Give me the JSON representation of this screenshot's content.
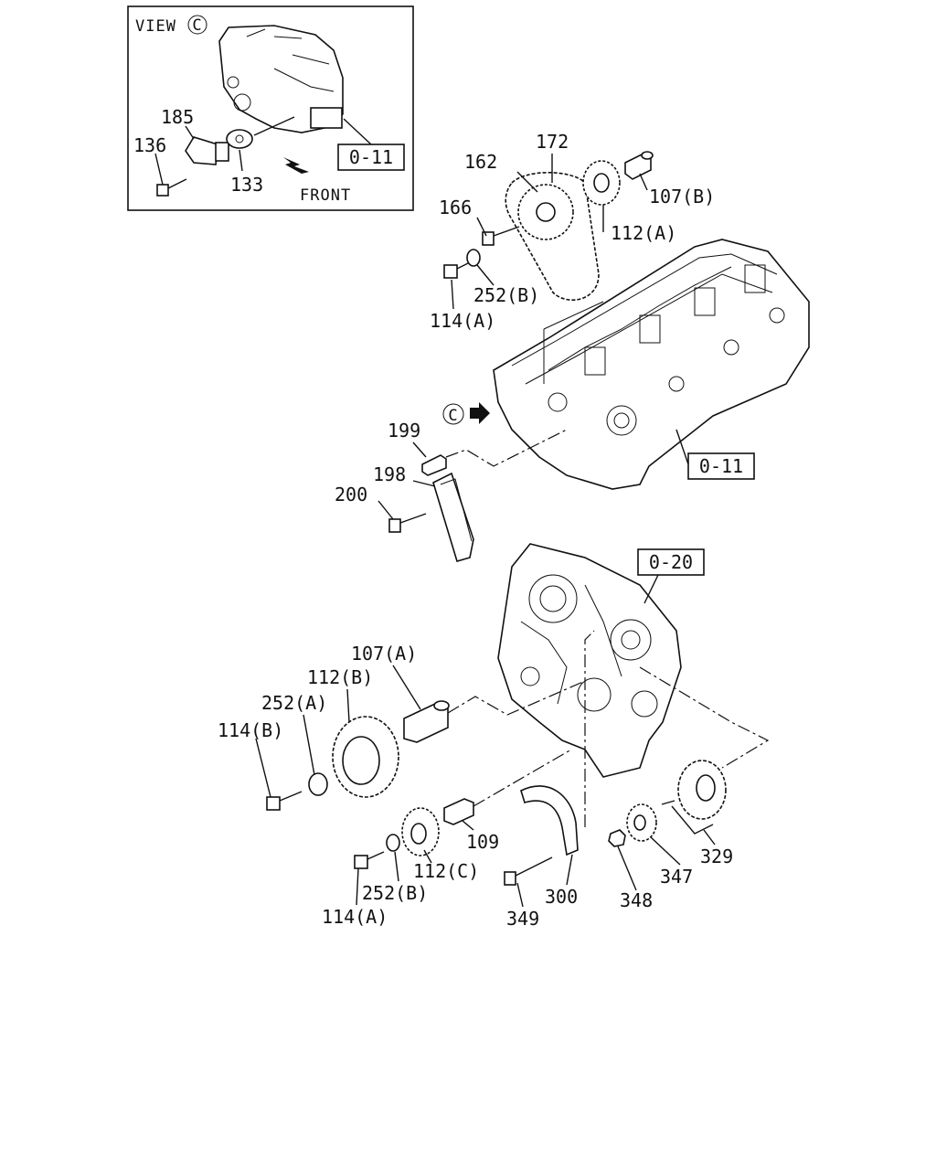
{
  "inset": {
    "title": "VIEW",
    "view_ref": "C",
    "front_label": "FRONT",
    "ref_box": "0-11",
    "callouts": {
      "p185": "185",
      "p136": "136",
      "p133": "133"
    }
  },
  "refs": {
    "head": "0-11",
    "case": "0-20",
    "view_marker": "C"
  },
  "callouts": {
    "p172": "172",
    "p162": "162",
    "p166": "166",
    "p107b": "107(B)",
    "p112a": "112(A)",
    "p252b_top": "252(B)",
    "p114a_top": "114(A)",
    "p199": "199",
    "p198": "198",
    "p200": "200",
    "p107a": "107(A)",
    "p112b": "112(B)",
    "p252a": "252(A)",
    "p114b": "114(B)",
    "p109": "109",
    "p112c": "112(C)",
    "p252b_bot": "252(B)",
    "p114a_bot": "114(A)",
    "p349": "349",
    "p300": "300",
    "p348": "348",
    "p347": "347",
    "p329": "329"
  }
}
